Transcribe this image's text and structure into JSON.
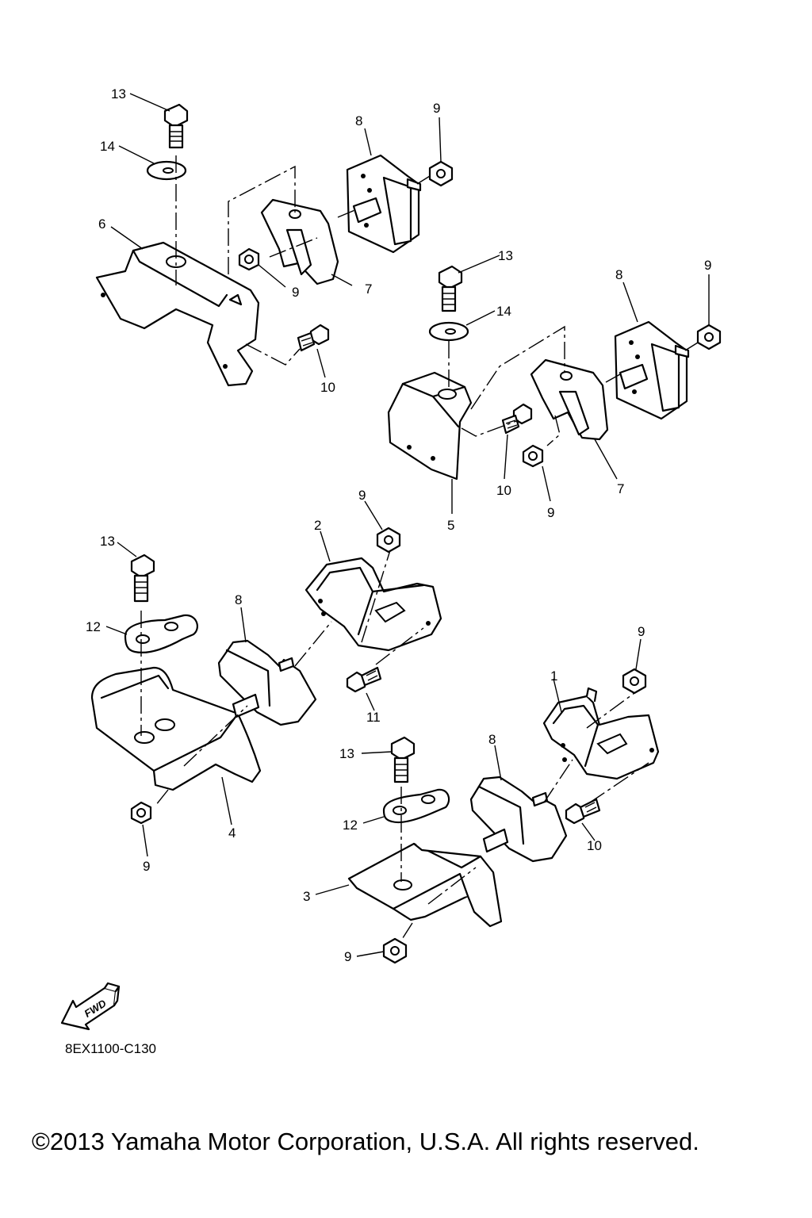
{
  "diagram": {
    "callouts": {
      "c1": "1",
      "c2": "2",
      "c3": "3",
      "c4": "4",
      "c5": "5",
      "c6": "6",
      "c7a": "7",
      "c7b": "7",
      "c8a": "8",
      "c8b": "8",
      "c8c": "8",
      "c8d": "8",
      "c9a": "9",
      "c9b": "9",
      "c9c": "9",
      "c9d": "9",
      "c9e": "9",
      "c9f": "9",
      "c9g": "9",
      "c9h": "9",
      "c10a": "10",
      "c10b": "10",
      "c10c": "10",
      "c11": "11",
      "c12a": "12",
      "c12b": "12",
      "c13a": "13",
      "c13b": "13",
      "c13c": "13",
      "c13d": "13",
      "c14a": "14",
      "c14b": "14"
    },
    "fwd_label": "FWD",
    "diagram_code": "8EX1100-C130"
  },
  "footer": {
    "copyright": "©2013 Yamaha Motor Corporation, U.S.A. All rights reserved."
  }
}
